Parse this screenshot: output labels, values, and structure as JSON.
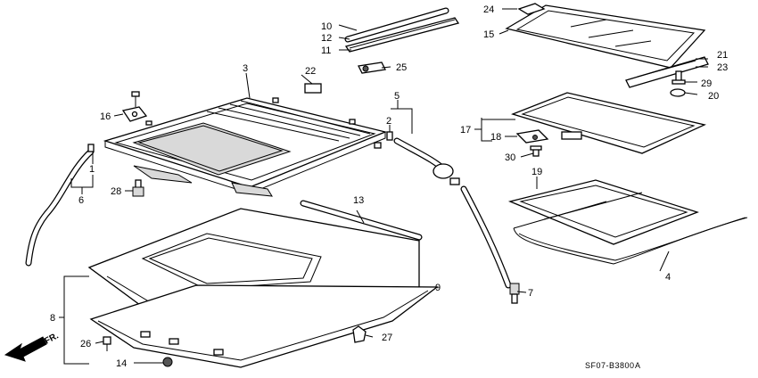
{
  "diagram": {
    "part_numbers": [
      "1",
      "2",
      "3",
      "4",
      "5",
      "6",
      "7",
      "8",
      "9",
      "10",
      "11",
      "12",
      "13",
      "14",
      "15",
      "16",
      "17",
      "18",
      "19",
      "20",
      "21",
      "22",
      "23",
      "24",
      "25",
      "26",
      "27",
      "28",
      "29",
      "30"
    ],
    "direction_label": "FR.",
    "diagram_code": "SF07-B3800",
    "diagram_code_suffix": "A"
  }
}
